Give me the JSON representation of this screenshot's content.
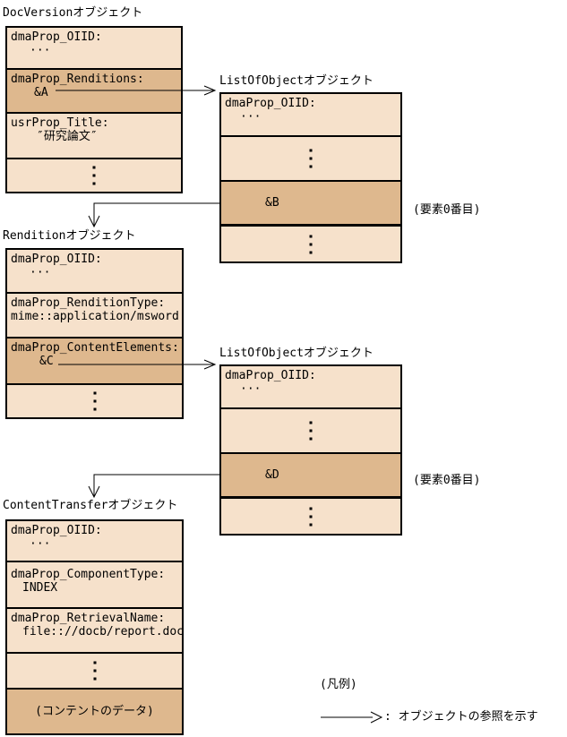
{
  "colors": {
    "row_light": "#F6E1CB",
    "row_dark": "#DEB88E",
    "border": "#000000",
    "background": "#FFFFFF"
  },
  "boxes": {
    "docversion": {
      "title": "DocVersionオブジェクト",
      "rows": [
        {
          "label": "dmaProp_OIID:",
          "value": "···"
        },
        {
          "label": "dmaProp_Renditions:",
          "value": "&A",
          "highlight": true
        },
        {
          "label": "usrProp_Title:",
          "value": "″研究論文″"
        },
        {
          "type": "vdots"
        }
      ]
    },
    "listofobject1": {
      "title": "ListOfObjectオブジェクト",
      "rows": [
        {
          "label": "dmaProp_OIID:",
          "value": "···"
        },
        {
          "type": "vdots"
        },
        {
          "value": "&B",
          "highlight": true
        },
        {
          "type": "vdots"
        }
      ],
      "element_label": "(要素0番目)"
    },
    "rendition": {
      "title": "Renditionオブジェクト",
      "rows": [
        {
          "label": "dmaProp_OIID:",
          "value": "···"
        },
        {
          "label": "dmaProp_RenditionType:",
          "value": "mime::application/msword"
        },
        {
          "label": "dmaProp_ContentElements:",
          "value": "&C",
          "highlight": true
        },
        {
          "type": "vdots"
        }
      ]
    },
    "listofobject2": {
      "title": "ListOfObjectオブジェクト",
      "rows": [
        {
          "label": "dmaProp_OIID:",
          "value": "···"
        },
        {
          "type": "vdots"
        },
        {
          "value": "&D",
          "highlight": true
        },
        {
          "type": "vdots"
        }
      ],
      "element_label": "(要素0番目)"
    },
    "contenttransfer": {
      "title": "ContentTransferオブジェクト",
      "rows": [
        {
          "label": "dmaProp_OIID:",
          "value": "···"
        },
        {
          "label": "dmaProp_ComponentType:",
          "value": "INDEX"
        },
        {
          "label": "dmaProp_RetrievalName:",
          "value": "file:://docb/report.doc"
        },
        {
          "type": "vdots"
        },
        {
          "value": "(コンテントのデータ)",
          "highlight": true
        }
      ]
    }
  },
  "legend": {
    "title": "(凡例)",
    "arrow_label": ": オブジェクトの参照を示す"
  }
}
